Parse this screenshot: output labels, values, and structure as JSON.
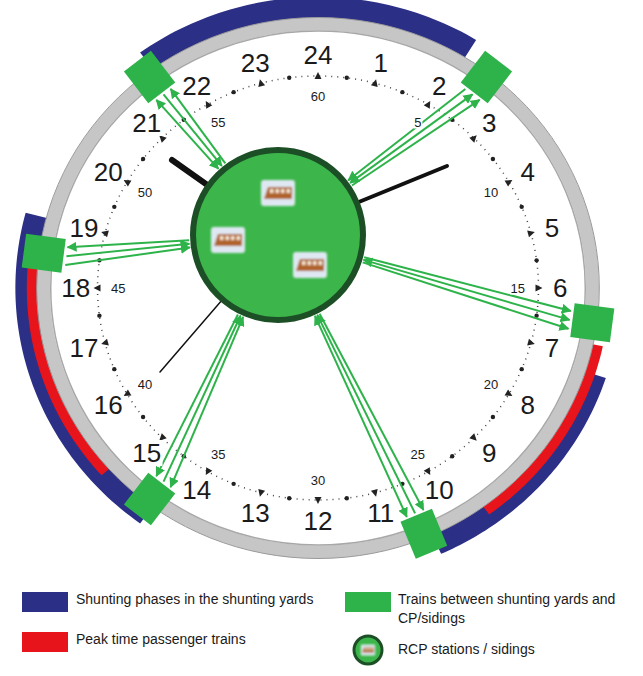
{
  "diagram": {
    "labels": [
      "24",
      "1",
      "2",
      "3",
      "4",
      "5",
      "6",
      "7",
      "8",
      "9",
      "10",
      "11",
      "12",
      "13",
      "14",
      "15",
      "16",
      "17",
      "18",
      "19",
      "20",
      "21",
      "22",
      "23",
      "60",
      "5",
      "10",
      "15",
      "20",
      "25",
      "30",
      "35",
      "40",
      "45",
      "50",
      "55"
    ],
    "legend": [
      {
        "text": "Shunting phases in the shunting yards",
        "color": "#2b2f86"
      },
      {
        "text": "Peak time passenger trains",
        "color": "#e8141b"
      },
      {
        "text": "Trains between shunting yards and CP/sidings",
        "color": "#2db34a"
      },
      {
        "text": "RCP stations / sidings"
      }
    ]
  }
}
